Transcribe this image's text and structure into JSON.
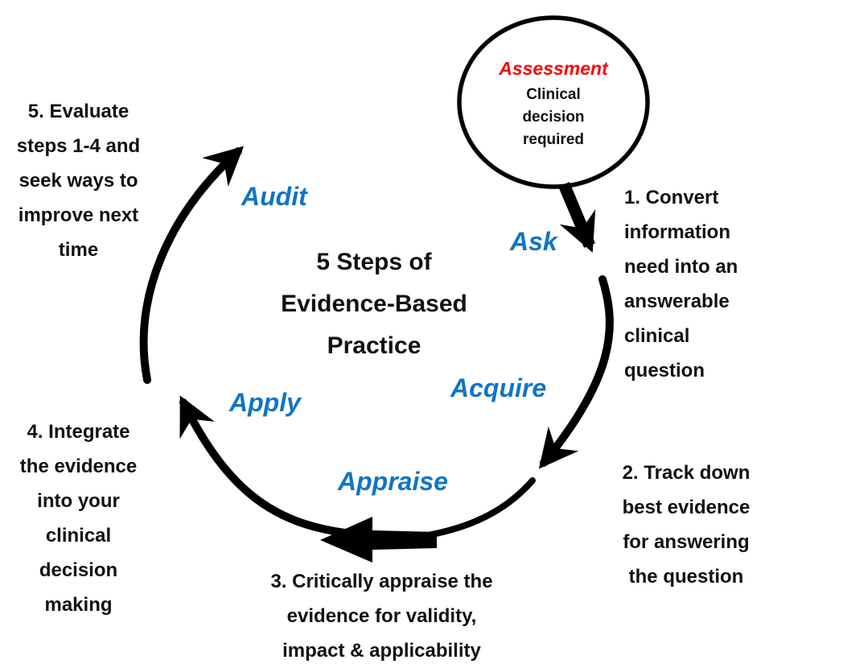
{
  "colors": {
    "accent_blue": "#1175C5",
    "accent_red": "#FB0408",
    "arrow_black": "#000000",
    "text_black": "#111111"
  },
  "diagram": {
    "assessment_circle": {
      "title": "Assessment",
      "lines": [
        "Clinical",
        "decision",
        "required"
      ]
    },
    "title": {
      "lines": [
        "5 Steps of",
        "Evidence-Based",
        "Practice"
      ]
    },
    "cycle_labels": {
      "ask": "Ask",
      "acquire": "Acquire",
      "appraise": "Appraise",
      "apply": "Apply",
      "audit": "Audit"
    },
    "steps": [
      {
        "id": 1,
        "lines": [
          "1. Convert",
          "information",
          "need into an",
          "answerable",
          "clinical",
          "question"
        ]
      },
      {
        "id": 2,
        "lines": [
          "2. Track down",
          "best evidence",
          "for answering",
          "the question"
        ]
      },
      {
        "id": 3,
        "lines": [
          "3. Critically appraise the",
          "evidence for validity,",
          "impact & applicability"
        ]
      },
      {
        "id": 4,
        "lines": [
          "4. Integrate",
          "the evidence",
          "into your",
          "clinical",
          "decision",
          "making"
        ]
      },
      {
        "id": 5,
        "lines": [
          "5. Evaluate",
          "steps 1-4 and",
          "seek ways to",
          "improve next",
          "time"
        ]
      }
    ]
  }
}
